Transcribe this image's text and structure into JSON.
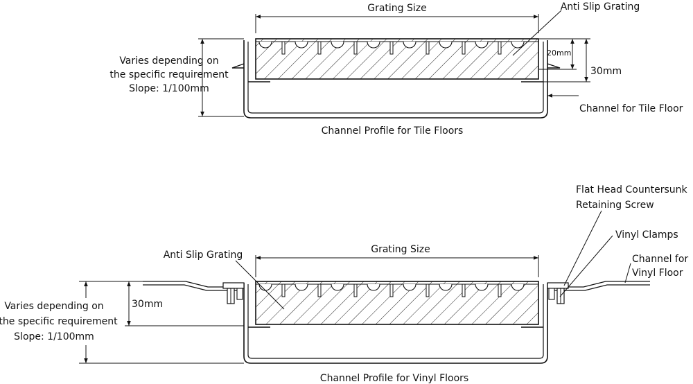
{
  "tile_profile": {
    "grating_size_label": "Grating Size",
    "anti_slip_label": "Anti Slip Grating",
    "dim_20": "20mm",
    "dim_30": "30mm",
    "varies_line1": "Varies depending on",
    "varies_line2": "the specific requirement",
    "slope": "Slope: 1/100mm",
    "channel_label": "Channel for Tile Floor",
    "caption": "Channel Profile for Tile Floors"
  },
  "vinyl_profile": {
    "grating_size_label": "Grating Size",
    "anti_slip_label": "Anti Slip Grating",
    "screw_line1": "Flat Head Countersunk",
    "screw_line2": "Retaining Screw",
    "clamps_label": "Vinyl Clamps",
    "channel_line1": "Channel for",
    "channel_line2": "Vinyl Floor",
    "dim_30": "30mm",
    "varies_line1": "Varies depending on",
    "varies_line2": "the specific requirement",
    "slope": "Slope: 1/100mm",
    "caption": "Channel Profile for Vinyl Floors"
  }
}
